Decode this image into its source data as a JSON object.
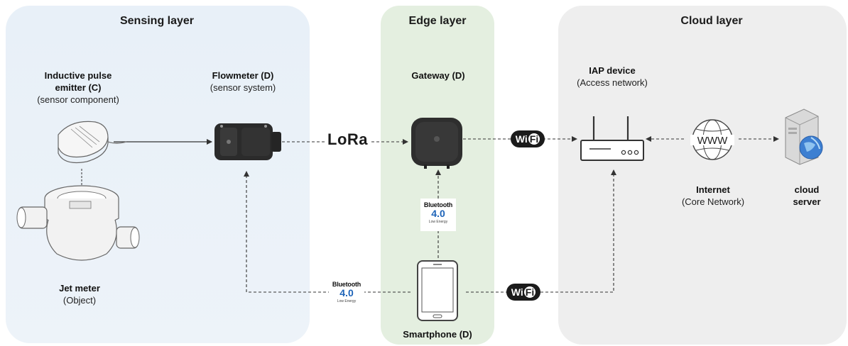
{
  "layers": {
    "sensing": "Sensing layer",
    "edge": "Edge layer",
    "cloud": "Cloud layer"
  },
  "nodes": {
    "emitter": {
      "title": "Inductive pulse emitter (C)",
      "line1": "Inductive pulse",
      "line2": "emitter (C)",
      "note": "(sensor component)"
    },
    "jetmeter": {
      "title": "Jet meter",
      "note": "(Object)"
    },
    "flowmeter": {
      "title": "Flowmeter (D)",
      "note": "(sensor system)"
    },
    "gateway": {
      "title": "Gateway (D)"
    },
    "smartphone": {
      "title": "Smartphone (D)"
    },
    "iap": {
      "title": "IAP device",
      "note": "(Access network)"
    },
    "internet": {
      "title": "Internet",
      "note": "(Core Network)",
      "icon_text": "WWW"
    },
    "cloud_server": {
      "line1": "cloud",
      "line2": "server"
    }
  },
  "protocols": {
    "lora": "LoRa",
    "wifi_label": "Wi",
    "wifi_label2": "Fi",
    "bluetooth": {
      "name": "Bluetooth",
      "version": "4.0",
      "sub": "Low Energy"
    }
  },
  "colors": {
    "sensing_bg": "#e8f0f8",
    "edge_bg": "#e4efe0",
    "cloud_bg": "#eeeeee",
    "bluetooth_blue": "#1d63b8",
    "line": "#333333"
  }
}
